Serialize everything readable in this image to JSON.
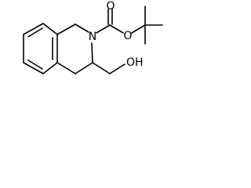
{
  "molecule": {
    "labels": {
      "nitrogen": "N",
      "carbonyl_oxygen": "O",
      "ester_oxygen": "O",
      "hydroxyl": "OH"
    }
  },
  "colors": {
    "bond": "#000000",
    "background": "#ffffff"
  }
}
